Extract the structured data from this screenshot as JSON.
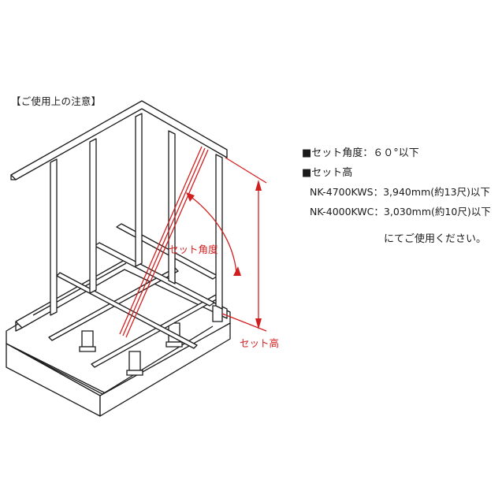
{
  "heading": "【ご使用上の注意】",
  "specs": {
    "angle": "■セット角度：６０°以下",
    "height_title": "■セット高",
    "model1": "NK-4700KWS：3,940mm(約13尺)以下",
    "model2": "NK-4000KWC：3,030mm(約10尺)以下",
    "note": "にてご使用ください。"
  },
  "diagram": {
    "angle_label": "セット角度",
    "height_label": "セット高"
  },
  "colors": {
    "accent": "#d11f1f",
    "line": "#1a1a1a"
  }
}
